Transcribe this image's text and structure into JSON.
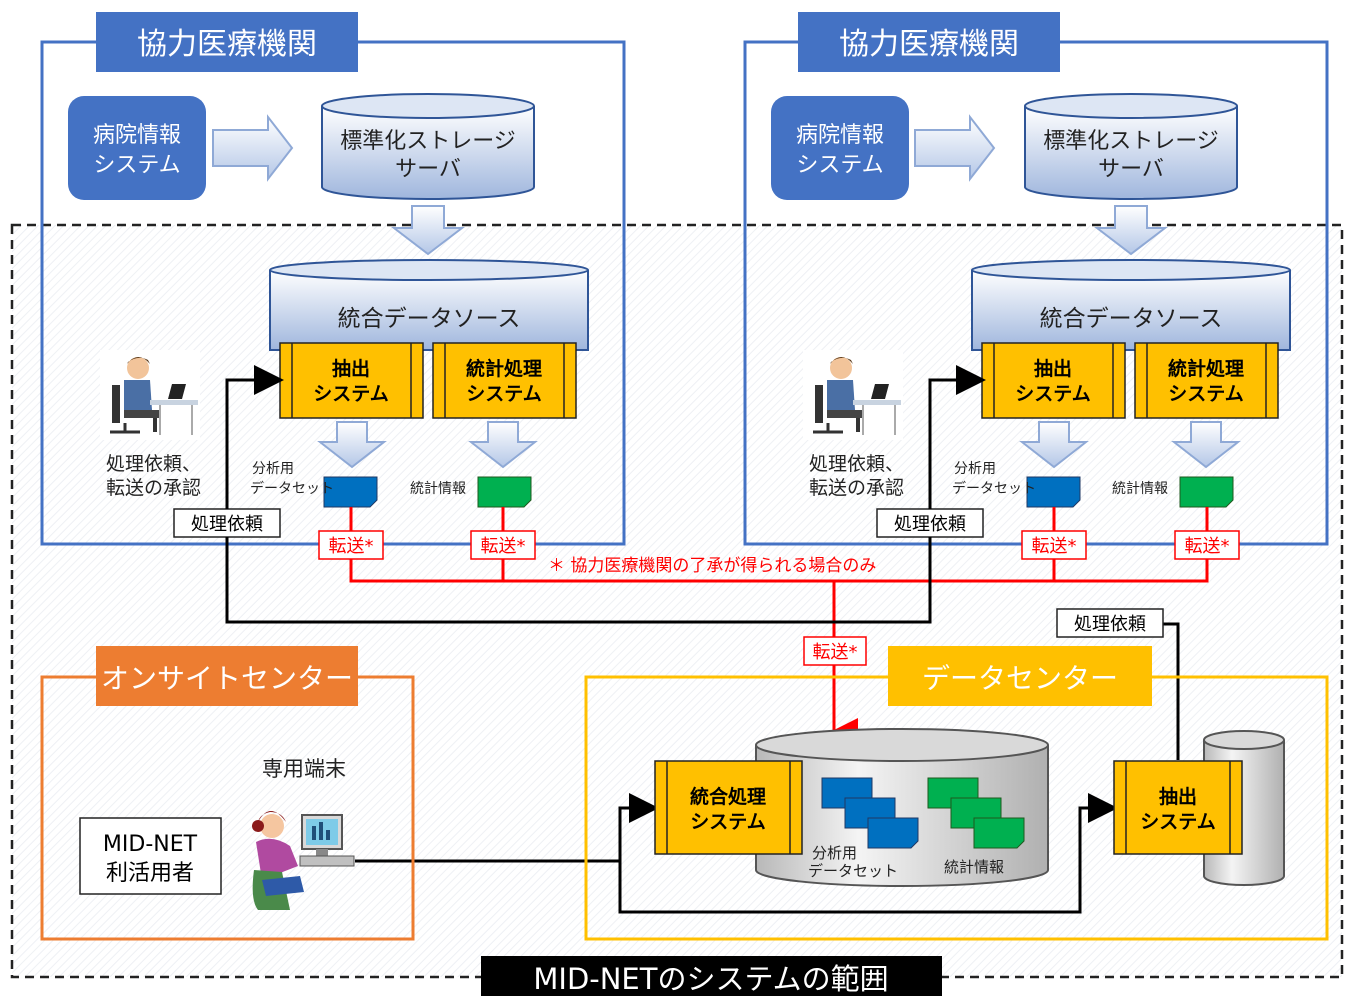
{
  "hospitals": [
    {
      "title": "協力医療機関",
      "his": [
        "病院情報",
        "システム"
      ],
      "storage": [
        "標準化ストレージ",
        "サーバ"
      ],
      "source": "統合データソース",
      "extract": [
        "抽出",
        "システム"
      ],
      "stats": [
        "統計処理",
        "システム"
      ],
      "person": [
        "処理依頼、",
        "転送の承認"
      ],
      "dataset": [
        "分析用",
        "データセット"
      ],
      "statinfo": "統計情報",
      "request": "処理依頼",
      "transfer": "転送*"
    },
    {
      "title": "協力医療機関",
      "his": [
        "病院情報",
        "システム"
      ],
      "storage": [
        "標準化ストレージ",
        "サーバ"
      ],
      "source": "統合データソース",
      "extract": [
        "抽出",
        "システム"
      ],
      "stats": [
        "統計処理",
        "システム"
      ],
      "person": [
        "処理依頼、",
        "転送の承認"
      ],
      "dataset": [
        "分析用",
        "データセット"
      ],
      "statinfo": "統計情報",
      "request": "処理依頼",
      "transfer": "転送*"
    }
  ],
  "note": "＊ 協力医療機関の了承が得られる場合のみ",
  "center_transfer": "転送*",
  "dc_request": "処理依頼",
  "onsite": {
    "title": "オンサイトセンター",
    "terminal": "専用端末",
    "user": [
      "MID-NET",
      "利活用者"
    ]
  },
  "datacenter": {
    "title": "データセンター",
    "integrated": [
      "統合処理",
      "システム"
    ],
    "dataset": [
      "分析用",
      "データセット"
    ],
    "statinfo": "統計情報",
    "extract": [
      "抽出",
      "システム"
    ]
  },
  "scope": "MID-NETのシステムの範囲",
  "colors": {
    "hospital_blue": "#4472c4",
    "onsite_orange": "#ed7d31",
    "datacenter_gold": "#ffc000",
    "transfer_red": "#ff0000",
    "system_yellow": "#ffc000",
    "dataset_blue": "#0070c0",
    "stat_green": "#00b050"
  }
}
